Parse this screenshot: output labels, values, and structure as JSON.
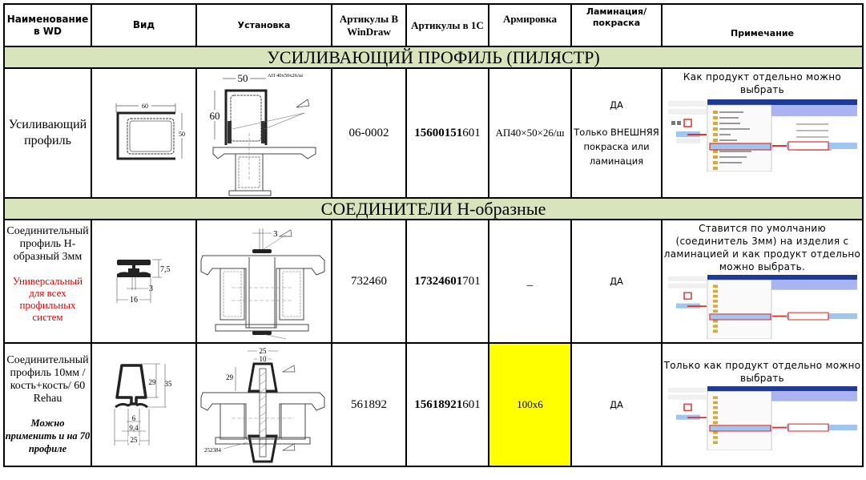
{
  "header": {
    "col_name": "Наименование в  WD",
    "col_view": "Вид",
    "col_install": "Установка",
    "col_windraw": "Артикулы В WinDraw",
    "col_1c": "Артикулы в 1С",
    "col_reinforce": "Армировка",
    "col_lamination": "Ламинация/ покраска",
    "col_note": "Примечание"
  },
  "sections": [
    {
      "title": "УСИЛИВАЮЩИЙ ПРОФИЛЬ (ПИЛЯСТР)",
      "rows": [
        {
          "name": "Усиливающий профиль",
          "view_dims": {
            "width": "60",
            "height": "50"
          },
          "install_dims": {
            "width": "50",
            "height": "60",
            "label": "АП 40х50х26/ш"
          },
          "windraw": "06-0002",
          "c1_bold": "15600151",
          "c1_rest": "601",
          "reinforce": "АП40×50×26/ш",
          "lamination_main": "ДА",
          "lamination_extra": "Только ВНЕШНЯЯ покраска или ламинация",
          "note": "Как продукт отдельно можно выбрать"
        }
      ]
    },
    {
      "title": "СОЕДИНИТЕЛИ Н-образные",
      "rows": [
        {
          "name": "Соединительный профиль Н-образный 3мм",
          "name_red": "Универсальный для всех профильных систем",
          "view_dims": {
            "height": "7,5",
            "gap": "3",
            "width": "16"
          },
          "install_dims": {
            "gap": "3"
          },
          "windraw": "732460",
          "c1_bold": "17324601",
          "c1_rest": "701",
          "reinforce": "_",
          "lamination_main": "ДА",
          "note": "Ставится по умолчанию (соединитель 3мм) на изделия с ламинацией и  как продукт отдельно можно выбрать."
        },
        {
          "name": "Соединительный профиль  10мм /кость+кость/ 60 Rehau",
          "name_bold_italic": "Можно применить и на 70 профиле",
          "view_dims": {
            "h1": "29",
            "h2": "35",
            "w1": "6",
            "w2": "9,4",
            "w3": "25"
          },
          "install_dims": {
            "w_outer": "25",
            "w_inner": "10",
            "h": "29",
            "ref": "252384"
          },
          "windraw": "561892",
          "c1_bold": "15618921",
          "c1_rest": "601",
          "reinforce": "100х6",
          "reinforce_highlight": "#ffff00",
          "lamination_main": "ДА",
          "note": "Только как продукт отдельно можно выбрать"
        }
      ]
    }
  ],
  "colors": {
    "section_bg": "#d7e4bc",
    "highlight_yellow": "#ffff00",
    "red_text": "#e00000",
    "screenshot_title_bar": "#1f3a93",
    "screenshot_highlight": "#e03030"
  }
}
